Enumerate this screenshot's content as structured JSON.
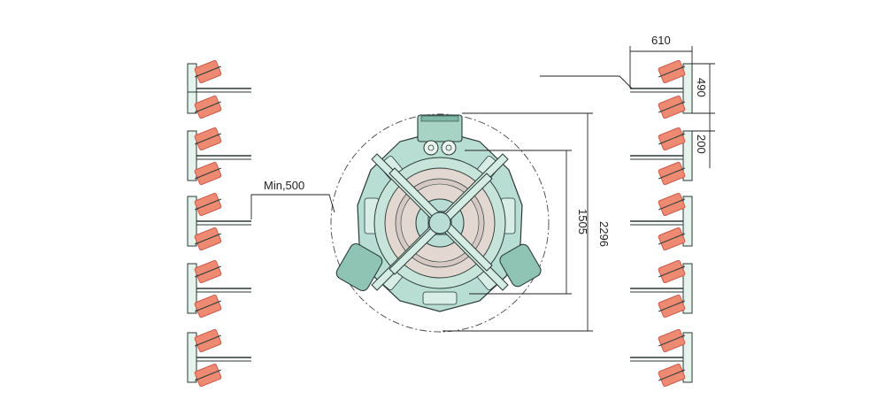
{
  "dimensions": {
    "unit_width": "610",
    "unit_height": "490",
    "unit_gap": "200",
    "clearance": "Min,500",
    "inner_span": "1505",
    "outer_span": "2296"
  },
  "colors": {
    "robot_body": "#b8ddd2",
    "robot_dark": "#8fc4b4",
    "outline": "#2a3a36",
    "table": "#e3d7d2",
    "table_ring": "#d6c8c2",
    "hub": "#b9ddd4",
    "stand": "#e6f2ec",
    "workpiece": "#ee8a72",
    "workpiece_dark": "#c8584a",
    "line": "#222222"
  },
  "icons": {
    "station": "fixture-with-orange-workpieces",
    "robot": "central-rotary-robot"
  }
}
